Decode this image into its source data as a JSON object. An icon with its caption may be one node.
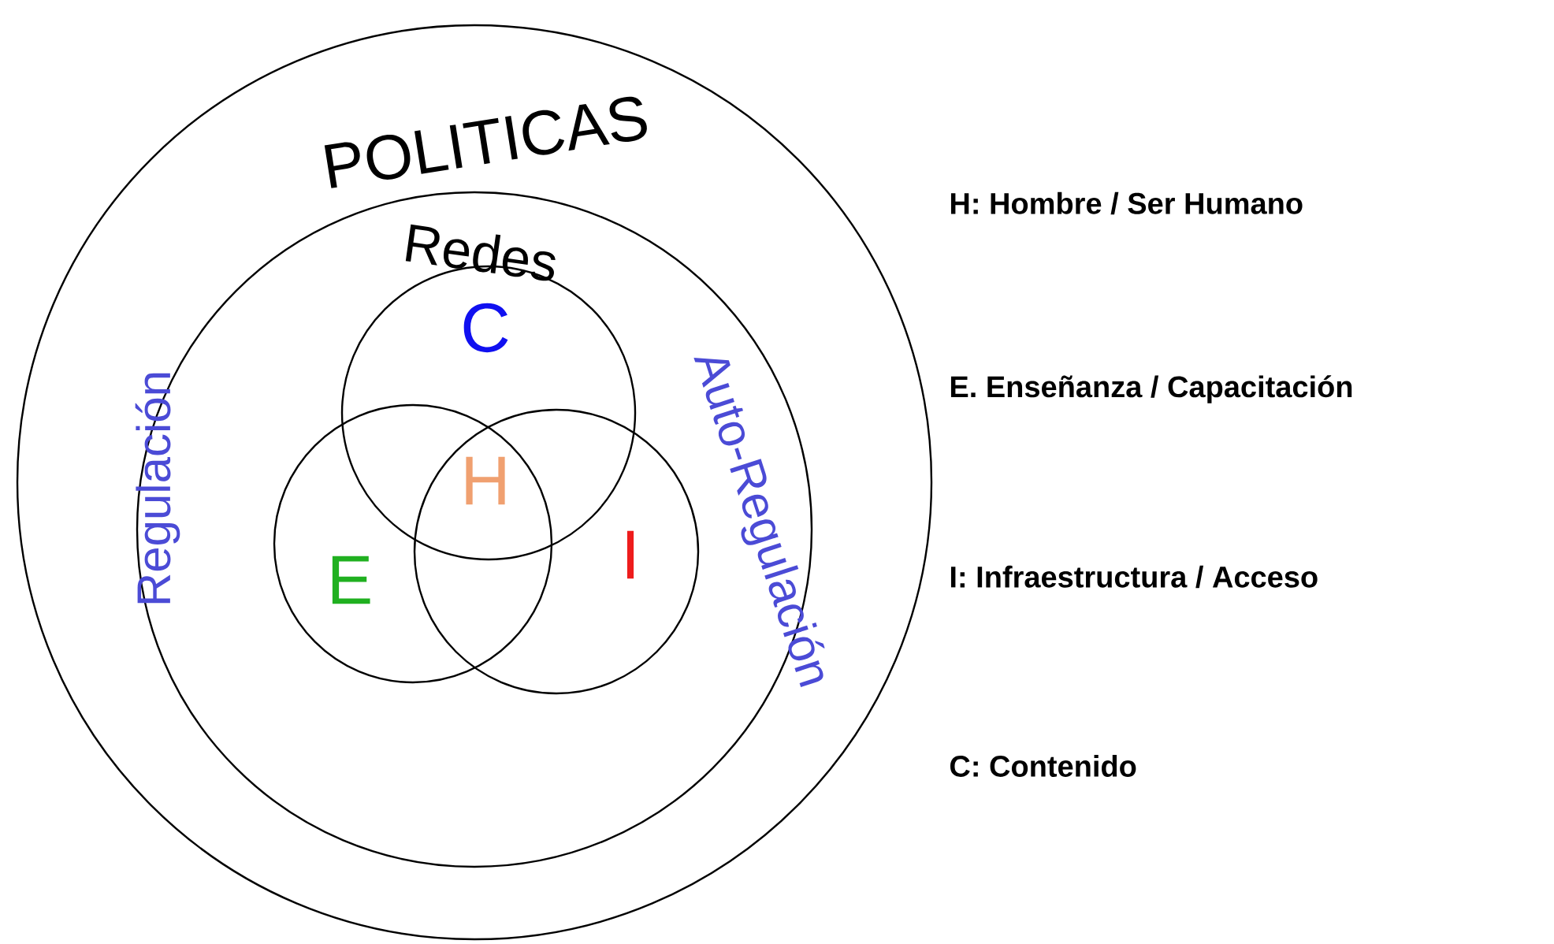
{
  "diagram": {
    "nodes": [
      {
        "text": [
          "POLITICAS"
        ]
      },
      {
        "text": [
          "Redes",
          "Regulación",
          "Auto-Regulación"
        ],
        "in": 0
      },
      {
        "text": [
          "C"
        ],
        "in": 1
      },
      {
        "text": [
          "E"
        ],
        "in": 1
      },
      {
        "text": [
          "I"
        ],
        "in": 1
      }
    ],
    "labels": [
      "H",
      "H: Hombre / Ser Humano",
      "E. Enseñanza / Capacitación",
      "I: Infraestructura / Acceso",
      "C: Contenido"
    ]
  }
}
